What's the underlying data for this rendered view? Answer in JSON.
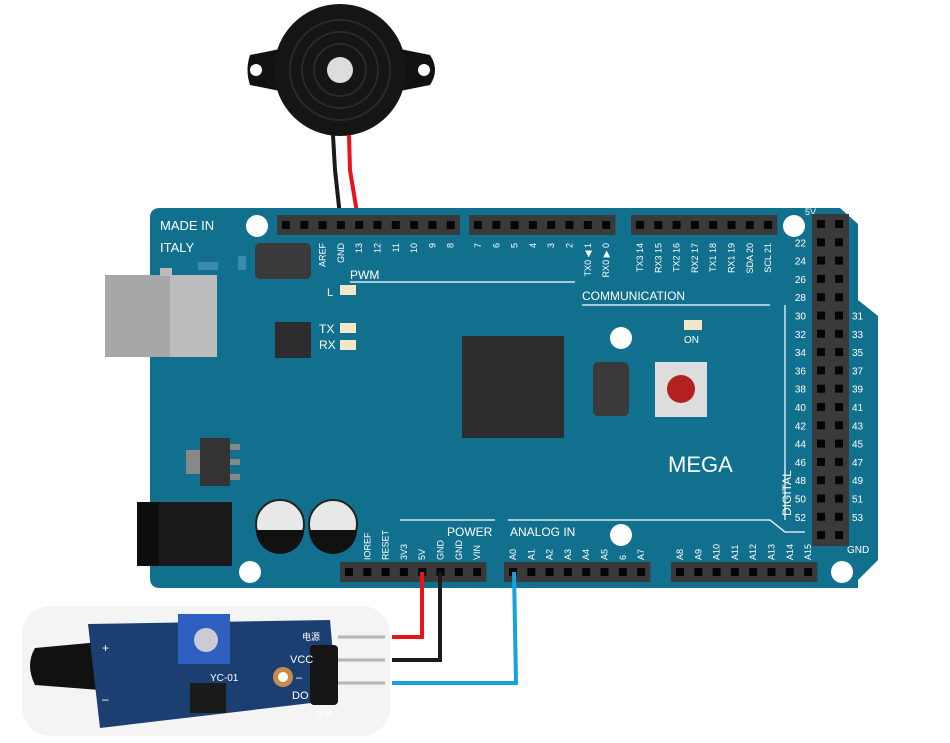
{
  "board": {
    "made_in": "MADE IN",
    "italy": "ITALY",
    "model": "MEGA",
    "pwm": "PWM",
    "communication": "COMMUNICATION",
    "power": "POWER",
    "analog_in": "ANALOG IN",
    "digital": "DIGITAL",
    "led_l": "L",
    "led_tx": "TX",
    "led_rx": "RX",
    "led_on": "ON",
    "label_5v": "5V",
    "label_gnd": "GND",
    "header_top1": [
      "",
      "",
      "AREF",
      "GND",
      "13",
      "12",
      "11",
      "10",
      "9",
      "8"
    ],
    "header_top2": [
      "7",
      "6",
      "5",
      "4",
      "3",
      "2",
      "TX0 ◀ 1",
      "RX0 ▶ 0"
    ],
    "header_top3": [
      "TX3 14",
      "RX3 15",
      "TX2 16",
      "RX2 17",
      "TX1 18",
      "RX1 19",
      "SDA 20",
      "SCL 21"
    ],
    "header_power": [
      "",
      "IOREF",
      "RESET",
      "3V3",
      "5V",
      "GND",
      "GND",
      "VIN"
    ],
    "header_analog1": [
      "A0",
      "A1",
      "A2",
      "A3",
      "A4",
      "A5",
      "6",
      "A7"
    ],
    "header_analog2": [
      "A8",
      "A9",
      "A10",
      "A11",
      "A12",
      "A13",
      "A14",
      "A15"
    ],
    "digital_left": [
      "22",
      "24",
      "26",
      "28",
      "30",
      "32",
      "34",
      "36",
      "38",
      "40",
      "42",
      "44",
      "46",
      "48",
      "50",
      "52"
    ],
    "digital_right": [
      "",
      "",
      "",
      "",
      "31",
      "33",
      "35",
      "37",
      "39",
      "41",
      "43",
      "45",
      "47",
      "49",
      "51",
      "53"
    ]
  },
  "sensor": {
    "vcc": "VCC",
    "gnd_mark": "–",
    "do": "DO",
    "power_cn": "电源",
    "switch_cn": "开关",
    "model": "YC-01",
    "plus": "+",
    "minus": "–"
  },
  "colors": {
    "board": "#12708f",
    "header": "#3a3a3a",
    "wire_red": "#e8141b",
    "wire_black": "#1a1a1a",
    "wire_blue": "#14a3e0"
  }
}
